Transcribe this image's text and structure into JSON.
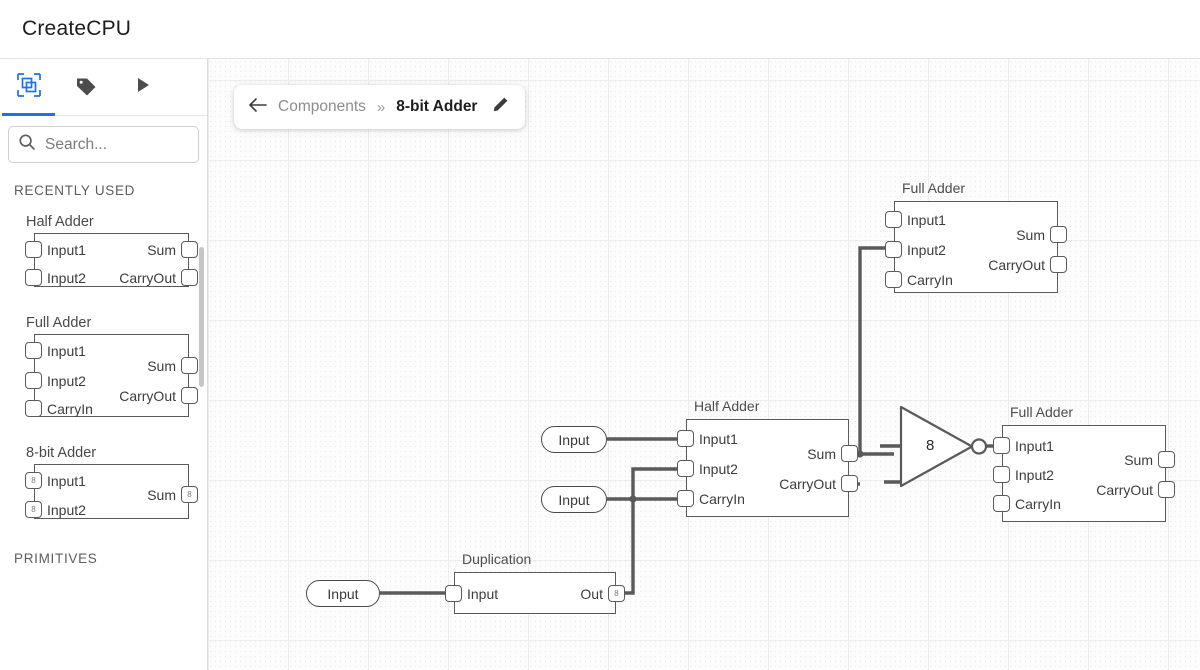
{
  "header": {
    "title": "CreateCPU"
  },
  "sidebar": {
    "tabs": [
      {
        "name": "components-tab",
        "icon": "chip-icon",
        "active": true
      },
      {
        "name": "tags-tab",
        "icon": "tag-icon",
        "active": false
      },
      {
        "name": "run-tab",
        "icon": "play-icon",
        "active": false
      }
    ],
    "search": {
      "placeholder": "Search...",
      "value": "",
      "icon": "search-icon"
    },
    "sections": [
      {
        "label": "RECENTLY USED"
      },
      {
        "label": "PRIMITIVES"
      }
    ],
    "items": [
      {
        "name": "Half Adder",
        "inputs": [
          {
            "label": "Input1",
            "bits": ""
          },
          {
            "label": "Input2",
            "bits": ""
          }
        ],
        "outputs": [
          {
            "label": "Sum",
            "bits": ""
          },
          {
            "label": "CarryOut",
            "bits": ""
          }
        ]
      },
      {
        "name": "Full Adder",
        "inputs": [
          {
            "label": "Input1",
            "bits": ""
          },
          {
            "label": "Input2",
            "bits": ""
          },
          {
            "label": "CarryIn",
            "bits": ""
          }
        ],
        "outputs": [
          {
            "label": "Sum",
            "bits": ""
          },
          {
            "label": "CarryOut",
            "bits": ""
          }
        ]
      },
      {
        "name": "8-bit Adder",
        "inputs": [
          {
            "label": "Input1",
            "bits": "8"
          },
          {
            "label": "Input2",
            "bits": "8"
          }
        ],
        "outputs": [
          {
            "label": "Sum",
            "bits": "8"
          }
        ]
      }
    ]
  },
  "breadcrumb": {
    "back_icon": "arrow-left-icon",
    "root": "Components",
    "separator": "»",
    "current": "8-bit Adder",
    "edit_icon": "pencil-icon"
  },
  "canvas": {
    "inputs": [
      {
        "label": "Input"
      },
      {
        "label": "Input"
      },
      {
        "label": "Input"
      }
    ],
    "blocks": [
      {
        "name": "Full Adder",
        "inputs": [
          {
            "label": "Input1",
            "bits": ""
          },
          {
            "label": "Input2",
            "bits": ""
          },
          {
            "label": "CarryIn",
            "bits": ""
          }
        ],
        "outputs": [
          {
            "label": "Sum",
            "bits": ""
          },
          {
            "label": "CarryOut",
            "bits": ""
          }
        ]
      },
      {
        "name": "Half Adder",
        "inputs": [
          {
            "label": "Input1",
            "bits": ""
          },
          {
            "label": "Input2",
            "bits": ""
          },
          {
            "label": "CarryIn",
            "bits": ""
          }
        ],
        "outputs": [
          {
            "label": "Sum",
            "bits": ""
          },
          {
            "label": "CarryOut",
            "bits": ""
          }
        ]
      },
      {
        "name": "Full Adder",
        "inputs": [
          {
            "label": "Input1",
            "bits": ""
          },
          {
            "label": "Input2",
            "bits": ""
          },
          {
            "label": "CarryIn",
            "bits": ""
          }
        ],
        "outputs": [
          {
            "label": "Sum",
            "bits": ""
          },
          {
            "label": "CarryOut",
            "bits": ""
          }
        ]
      },
      {
        "name": "Duplication",
        "inputs": [
          {
            "label": "Input",
            "bits": ""
          }
        ],
        "outputs": [
          {
            "label": "Out",
            "bits": "8"
          }
        ]
      }
    ],
    "not_gate": {
      "label": "8"
    }
  },
  "colors": {
    "accent": "#1a73e8",
    "wire": "#5a5a5a",
    "outline": "#5a5a5a",
    "grid_major": "#ededed",
    "grid_dot": "#e8e8e8",
    "canvas_bg": "#fcfcfc",
    "muted_text": "#8d8d8d"
  }
}
